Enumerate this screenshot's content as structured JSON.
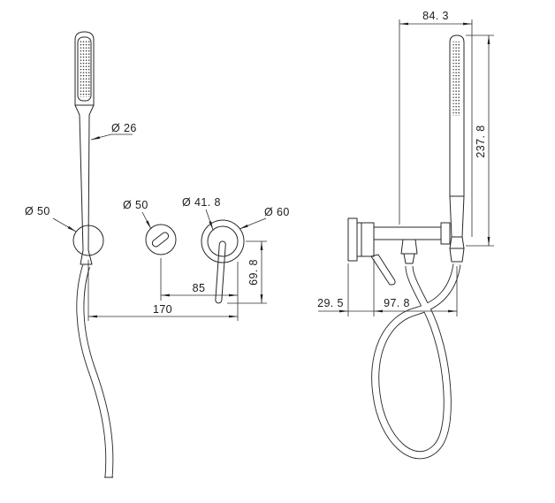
{
  "drawing": {
    "background": "#ffffff",
    "ink": "#1f1f1f",
    "front_view": {
      "labels": {
        "handle_diameter": "Ø 26",
        "holder_diameter": "Ø 50",
        "knob_diameter": "Ø 50",
        "trim_inner_diameter": "Ø 41. 8",
        "trim_outer_diameter": "Ø 60"
      },
      "dimensions": {
        "lever_drop": "69. 8",
        "knob_to_valve": "85",
        "overall_span": "170"
      }
    },
    "side_view": {
      "dimensions": {
        "holder_projection": "84. 3",
        "hand_shower_length": "237. 8",
        "valve_depth": "29. 5",
        "wall_to_shower": "97. 8"
      }
    }
  }
}
